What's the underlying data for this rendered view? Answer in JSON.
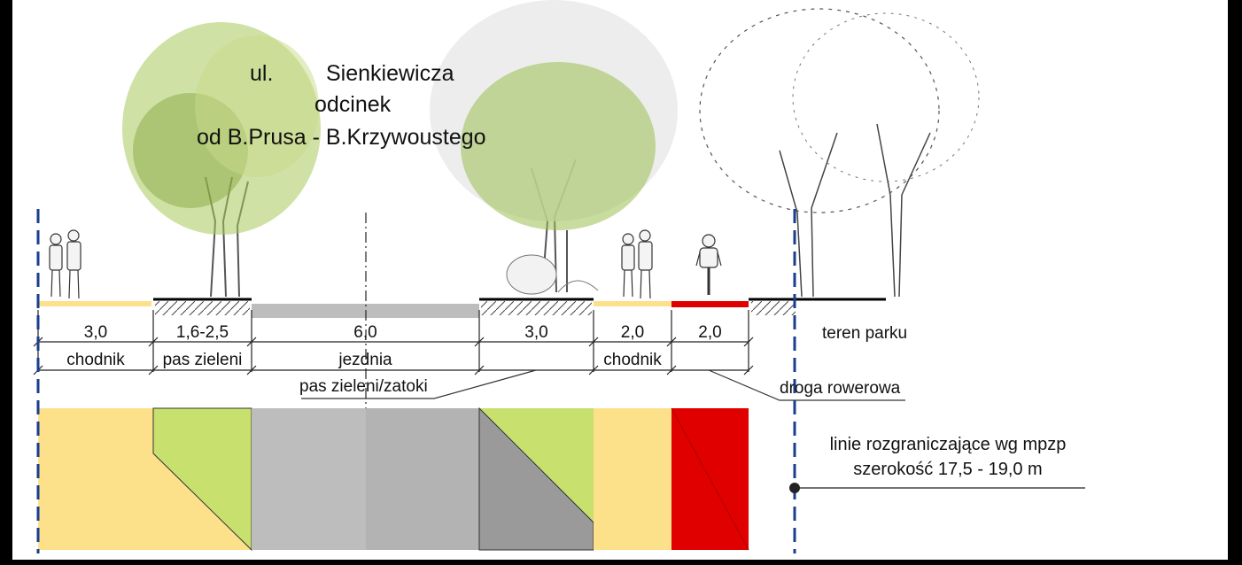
{
  "title": {
    "line1_a": "ul.",
    "line1_b": "Sienkiewicza",
    "line2": "odcinek",
    "line3": "od B.Prusa -  B.Krzywoustego"
  },
  "segments": [
    {
      "width": "3,0",
      "name": "chodnik",
      "color": "#fde08a"
    },
    {
      "width": "1,6-2,5",
      "name": "pas zieleni",
      "color": "#c8e06e"
    },
    {
      "width": "6,0",
      "name": "jezdnia",
      "color": "#b8b8b8"
    },
    {
      "width": "3,0",
      "name": "",
      "color": "#c8e06e"
    },
    {
      "width": "2,0",
      "name": "chodnik",
      "color": "#fde08a"
    },
    {
      "width": "2,0",
      "name": "",
      "color": "#e00000"
    }
  ],
  "callouts": {
    "green_strip": "pas zieleni/zatoki",
    "bike_path": "droga rowerowa",
    "park": "teren parku"
  },
  "boundary": {
    "line1": "linie rozgraniczające wg mpzp",
    "line2": "szerokość 17,5 - 19,0 m",
    "color": "#1a3d8f"
  }
}
